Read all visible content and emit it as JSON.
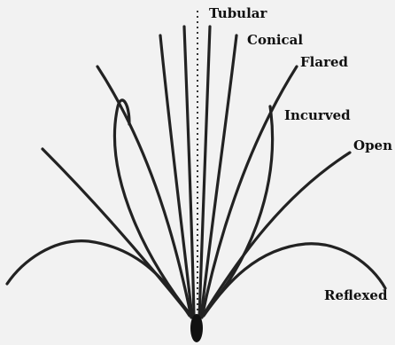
{
  "labels": {
    "tubular": "Tubular",
    "conical": "Conical",
    "flared": "Flared",
    "incurved": "Incurved",
    "open": "Open",
    "reflexed": "Reflexed"
  },
  "colors": {
    "background": "#f2f2f2",
    "stroke": "#222222"
  }
}
